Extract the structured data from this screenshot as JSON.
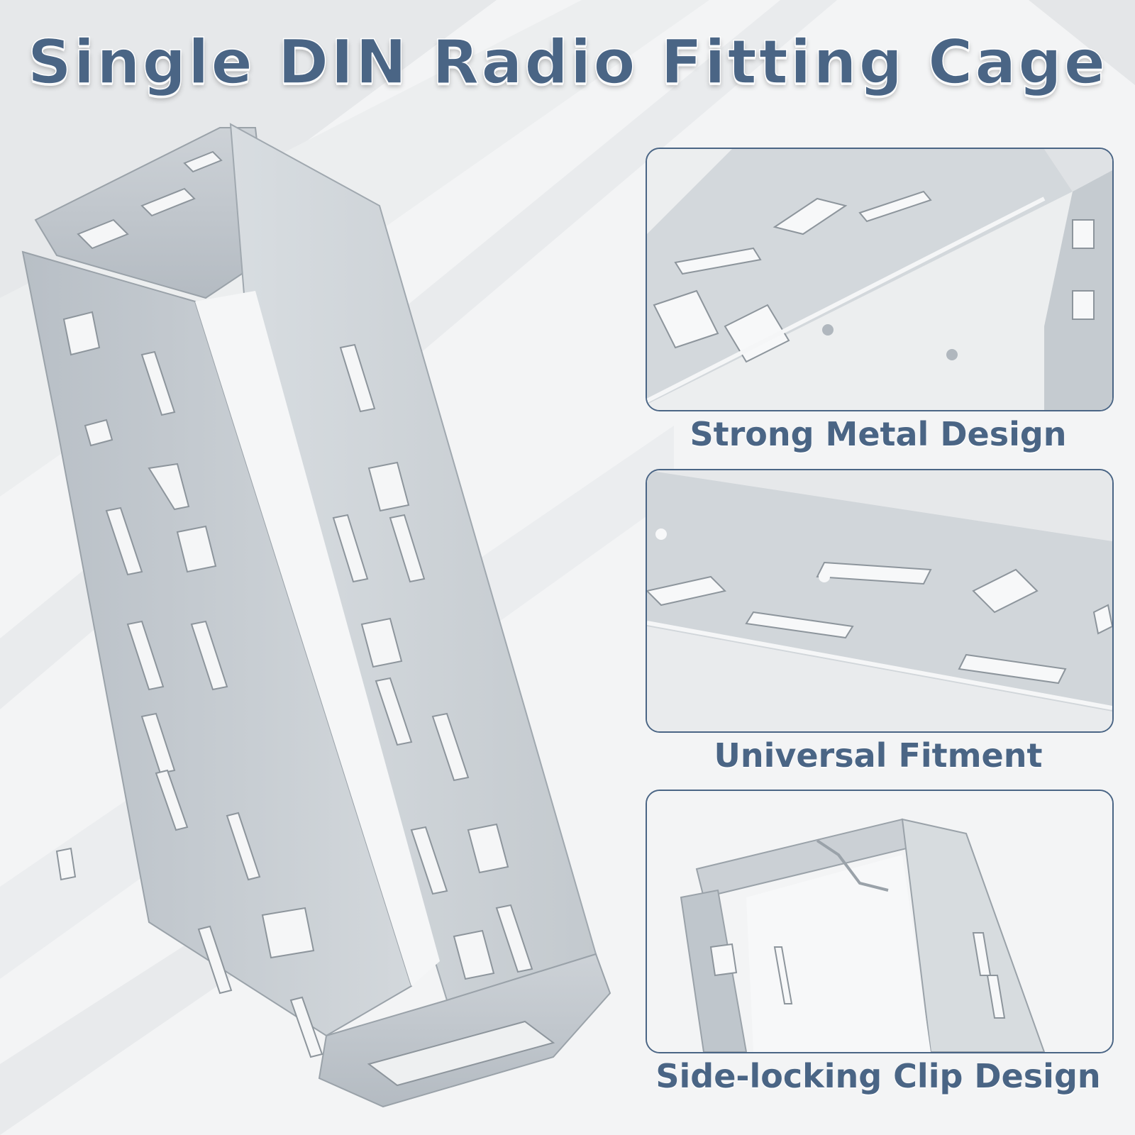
{
  "title": "Single DIN Radio Fitting Cage",
  "features": [
    {
      "caption": "Strong Metal Design",
      "icon": "cage-top-closeup-photo"
    },
    {
      "caption": "Universal Fitment",
      "icon": "cage-side-closeup-photo"
    },
    {
      "caption": "Side-locking Clip Design",
      "icon": "cage-clip-closeup-photo"
    }
  ],
  "colors": {
    "title": "#4a6585",
    "border": "#4a6585",
    "metal": "#c9ced3",
    "metal_dark": "#a9b0b7",
    "background": "#f4f5f6"
  }
}
